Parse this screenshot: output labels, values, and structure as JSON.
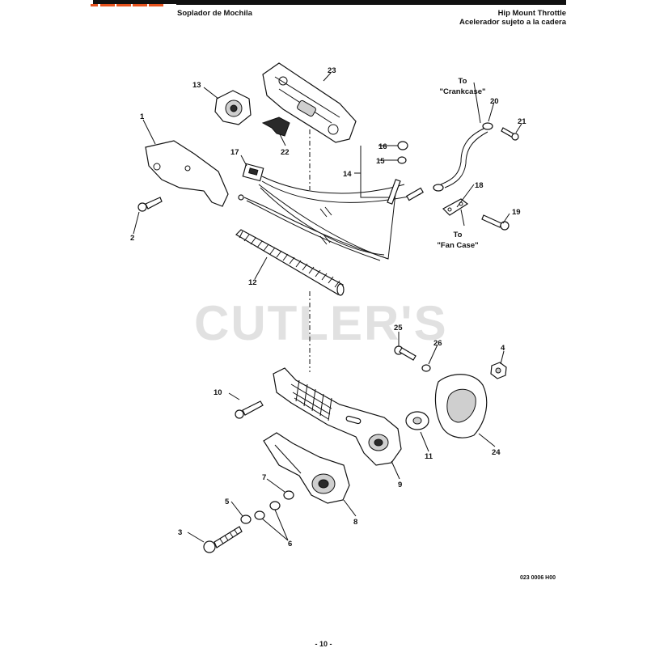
{
  "header": {
    "left_title": "Soplador de Mochila",
    "right_title_en": "Hip Mount Throttle",
    "right_title_es": "Acelerador sujeto a la cadera"
  },
  "watermark": "CUTLER'S",
  "callouts": {
    "to_crankcase_1": "To",
    "to_crankcase_2": "\"Crankcase\"",
    "to_fancase_1": "To",
    "to_fancase_2": "\"Fan Case\""
  },
  "part_numbers": {
    "p1": "1",
    "p2": "2",
    "p3": "3",
    "p4": "4",
    "p5": "5",
    "p6": "6",
    "p7": "7",
    "p8": "8",
    "p9": "9",
    "p10": "10",
    "p11": "11",
    "p12": "12",
    "p13": "13",
    "p14": "14",
    "p15": "15",
    "p16": "16",
    "p17": "17",
    "p18": "18",
    "p19": "19",
    "p20": "20",
    "p21": "21",
    "p22": "22",
    "p23": "23",
    "p24": "24",
    "p25": "25",
    "p26": "26"
  },
  "figure_code": "023 0006 H00",
  "page_number": "- 10 -",
  "colors": {
    "brand_orange": "#e8531e",
    "watermark": "#e1e1e1"
  }
}
